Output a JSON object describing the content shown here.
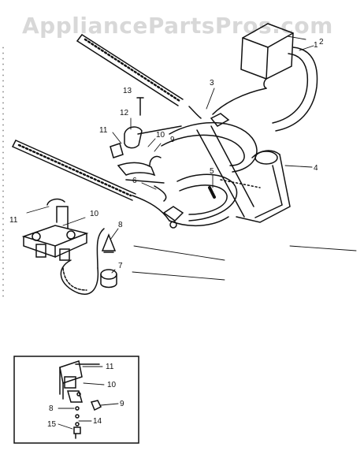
{
  "watermark": "AppliancePartsPros.com",
  "main_callouts": [
    {
      "id": "c1",
      "text": "1"
    },
    {
      "id": "c2",
      "text": "2"
    },
    {
      "id": "c3",
      "text": "3"
    },
    {
      "id": "c4",
      "text": "4"
    },
    {
      "id": "c5",
      "text": "5"
    },
    {
      "id": "c6",
      "text": "6"
    },
    {
      "id": "c7",
      "text": "7"
    },
    {
      "id": "c8",
      "text": "8"
    },
    {
      "id": "c9",
      "text": "9"
    },
    {
      "id": "c10a",
      "text": "10"
    },
    {
      "id": "c10b",
      "text": "10"
    },
    {
      "id": "c11a",
      "text": "11"
    },
    {
      "id": "c11b",
      "text": "11"
    },
    {
      "id": "c12",
      "text": "12"
    },
    {
      "id": "c13",
      "text": "13"
    }
  ],
  "inset_callouts": [
    {
      "id": "i11",
      "text": "11"
    },
    {
      "id": "i10",
      "text": "10"
    },
    {
      "id": "i9",
      "text": "9"
    },
    {
      "id": "i8",
      "text": "8"
    },
    {
      "id": "i14",
      "text": "14"
    },
    {
      "id": "i15",
      "text": "15"
    }
  ]
}
